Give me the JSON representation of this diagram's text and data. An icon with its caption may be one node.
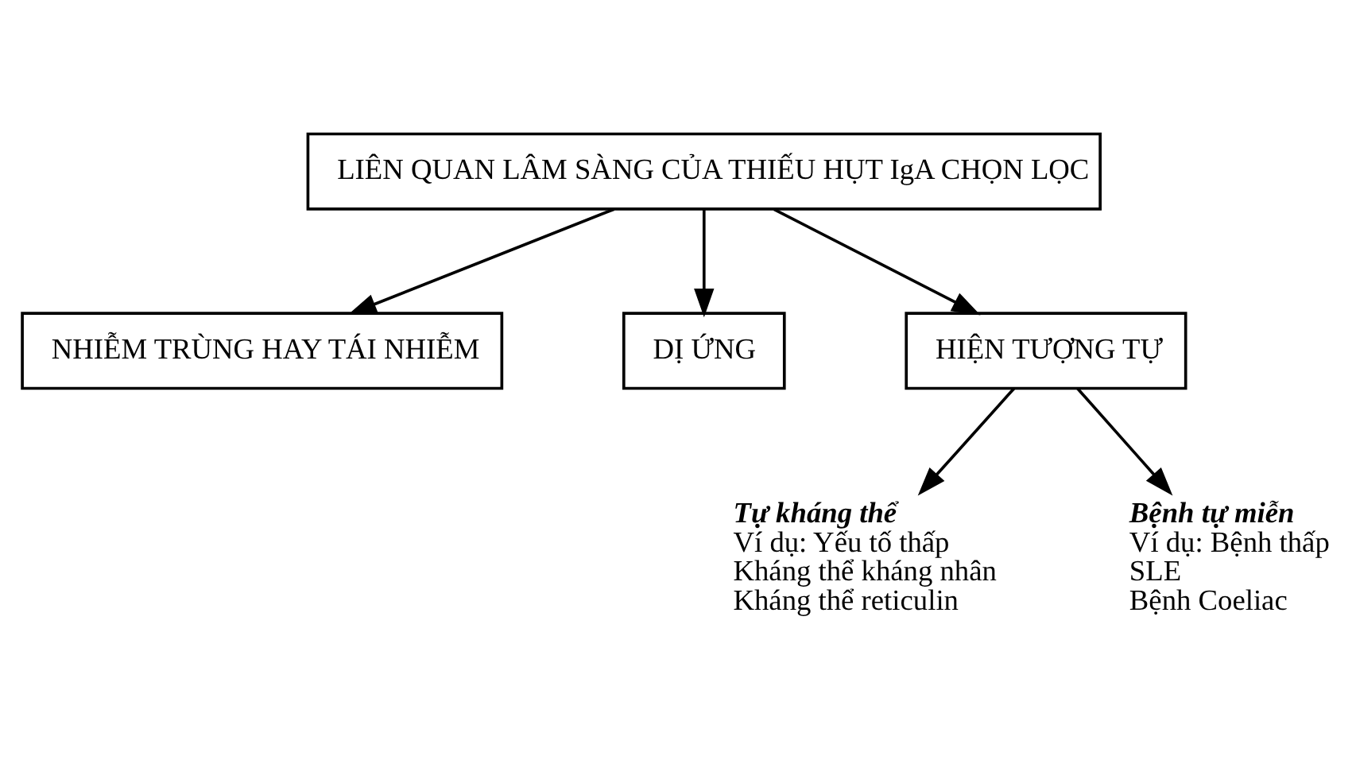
{
  "diagram": {
    "nodes": [
      {
        "text": [
          "LIÊN QUAN LÂM SÀNG CỦA THIẾU HỤT IgA CHỌN LỌC"
        ]
      },
      {
        "text": [
          "NHIỄM TRÙNG HAY TÁI NHIỄM"
        ]
      },
      {
        "text": [
          "DỊ ỨNG"
        ]
      },
      {
        "text": [
          "HIỆN TƯỢNG TỰ"
        ]
      },
      {
        "text": [
          "Tự kháng thể",
          "Ví dụ: Yếu tố thấp",
          "Kháng thể kháng nhân",
          "Kháng thể reticulin"
        ]
      },
      {
        "text": [
          "Bệnh tự miễn",
          "Ví dụ: Bệnh thấp",
          "SLE",
          "Bệnh Coeliac"
        ]
      }
    ],
    "edges": [
      {
        "from": 0,
        "to": 1,
        "arrow": "to"
      },
      {
        "from": 0,
        "to": 2,
        "arrow": "to"
      },
      {
        "from": 0,
        "to": 3,
        "arrow": "to"
      },
      {
        "from": 3,
        "to": 4,
        "arrow": "to"
      },
      {
        "from": 3,
        "to": 5,
        "arrow": "to"
      }
    ]
  }
}
